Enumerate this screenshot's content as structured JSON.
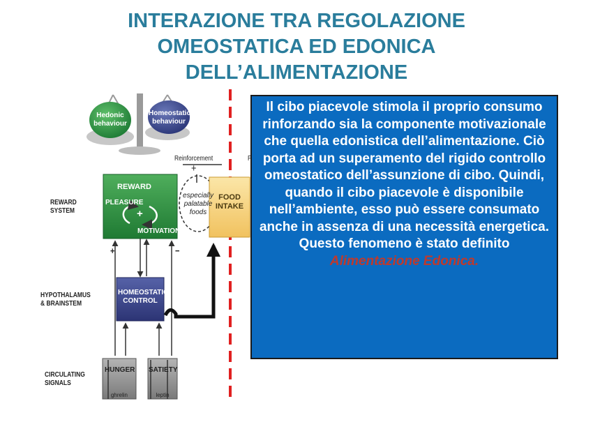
{
  "title": {
    "line1": "INTERAZIONE TRA REGOLAZIONE",
    "line2": "OMEOSTATICA ED EDONICA",
    "line3": "DELL’ALIMENTAZIONE"
  },
  "diagram": {
    "scale_left": [
      "Hedonic",
      "behaviour"
    ],
    "scale_right": [
      "Homeostatic",
      "behaviour"
    ],
    "reinforcement": "Reinforcement",
    "reinforcement_cut": "P",
    "plus_sign": "+",
    "minus_sign": "−",
    "rows": {
      "reward": [
        "REWARD",
        "SYSTEM"
      ],
      "hypothalamus": [
        "HYPOTHALAMUS",
        "& BRAINSTEM"
      ],
      "circulating": [
        "CIRCULATING",
        "SIGNALS"
      ]
    },
    "reward_box": {
      "title": "REWARD",
      "pleasure": "PLEASURE",
      "motivation": "MOTIVATION"
    },
    "palatable": [
      "especially",
      "palatable",
      "foods"
    ],
    "food_intake": [
      "FOOD",
      "INTAKE"
    ],
    "homeostatic_box": [
      "HOMEOSTATIC",
      "CONTROL"
    ],
    "hunger": "HUNGER",
    "hunger_sub": "ghrelin",
    "satiety": "SATIETY",
    "satiety_sub": "leptin"
  },
  "callout": {
    "text": "Il cibo piacevole stimola il proprio consumo rinforzando sia la componente motivazionale che quella edonistica dell’alimentazione. Ciò porta ad un superamento del rigido controllo omeostatico dell’assunzione di cibo. Quindi, quando il cibo piacevole è disponibile nell’ambiente, esso può essere  consumato anche in assenza di una necessità energetica. Questo fenomeno è stato definito",
    "highlight": "Alimentazione Edonica."
  },
  "colors": {
    "title": "#2a7d9c",
    "callout_bg": "#0b6bc0",
    "highlight": "#c0392b",
    "dashed_line": "#e02020"
  }
}
